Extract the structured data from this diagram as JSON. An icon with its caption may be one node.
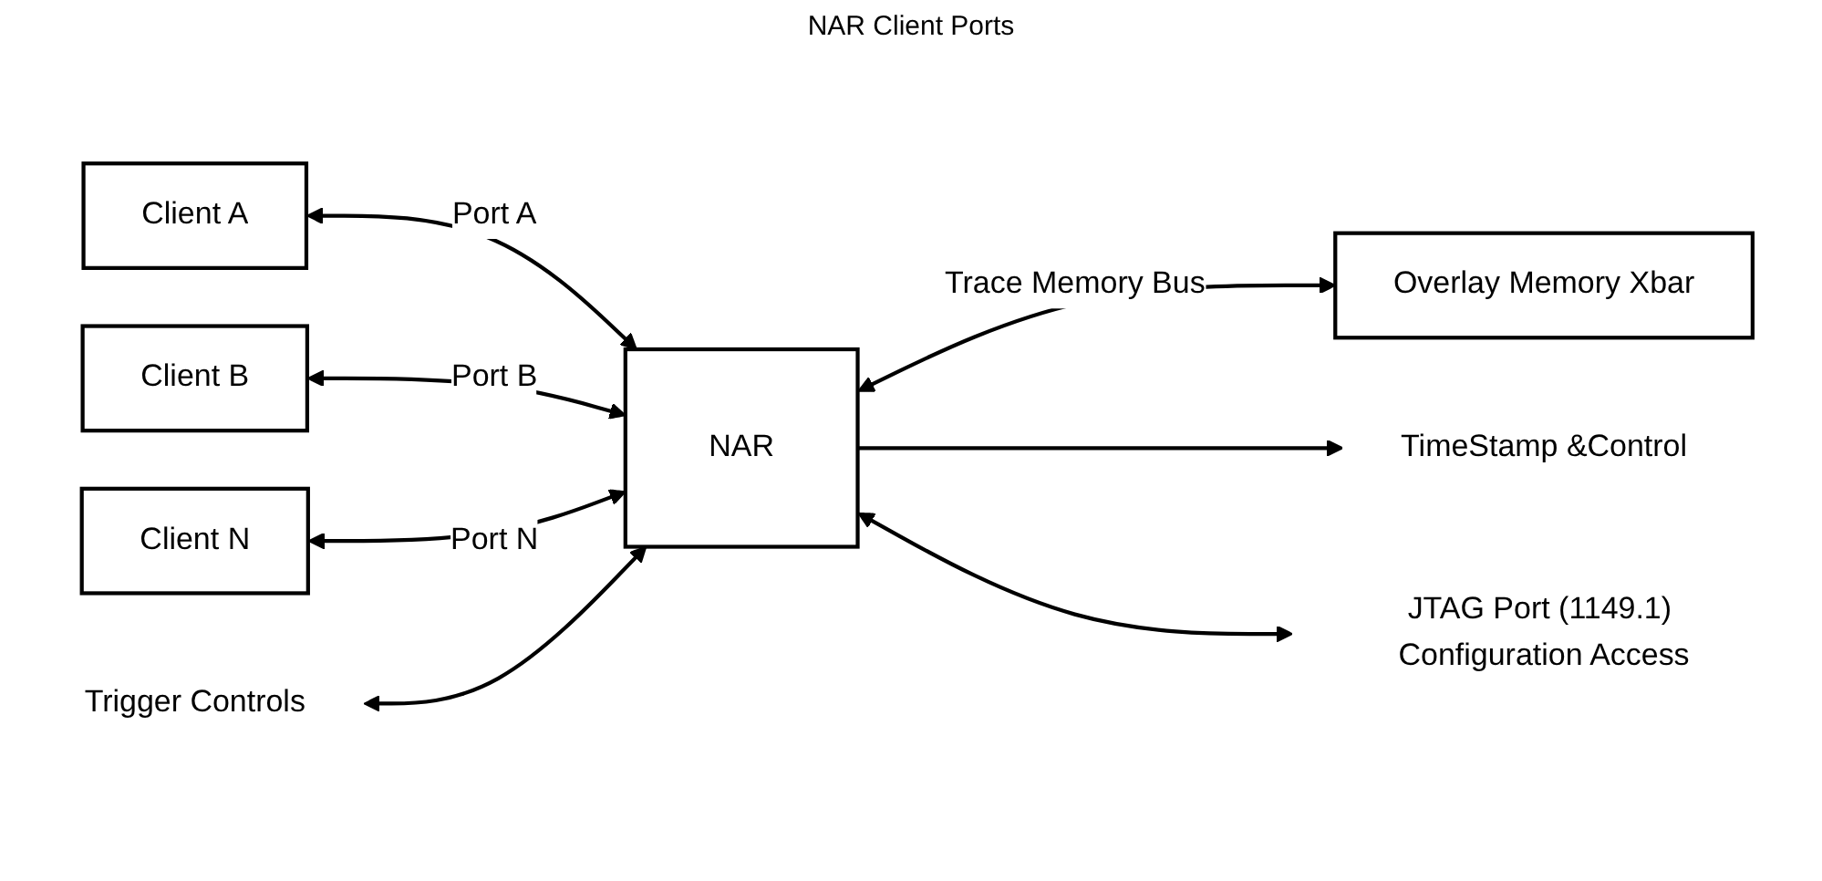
{
  "diagram": {
    "nodes": [
      {
        "text": [
          "Client A"
        ]
      },
      {
        "text": [
          "Client B"
        ]
      },
      {
        "text": [
          "Client N"
        ]
      },
      {
        "text": [
          "NAR"
        ]
      },
      {
        "text": [
          "Overlay Memory Xbar"
        ]
      },
      {
        "text": [
          "TimeStamp &Control"
        ]
      },
      {
        "text": [
          "Trigger Controls"
        ]
      },
      {
        "text": [
          "JTAG Port (1149.1) Configuration Access"
        ]
      }
    ],
    "edges": [
      {
        "from": 0,
        "to": 3,
        "arrow": "both",
        "label": "Port A"
      },
      {
        "from": 1,
        "to": 3,
        "arrow": "both",
        "label": "Port B"
      },
      {
        "from": 2,
        "to": 3,
        "arrow": "both",
        "label": "Port N"
      },
      {
        "from": 3,
        "to": 4,
        "arrow": "both",
        "label": "Trace Memory Bus"
      },
      {
        "from": 3,
        "to": 5,
        "arrow": "to"
      },
      {
        "from": 6,
        "to": 3,
        "arrow": "both"
      },
      {
        "from": 3,
        "to": 7,
        "arrow": "both"
      }
    ],
    "labels": [
      "NAR Client Ports"
    ]
  }
}
